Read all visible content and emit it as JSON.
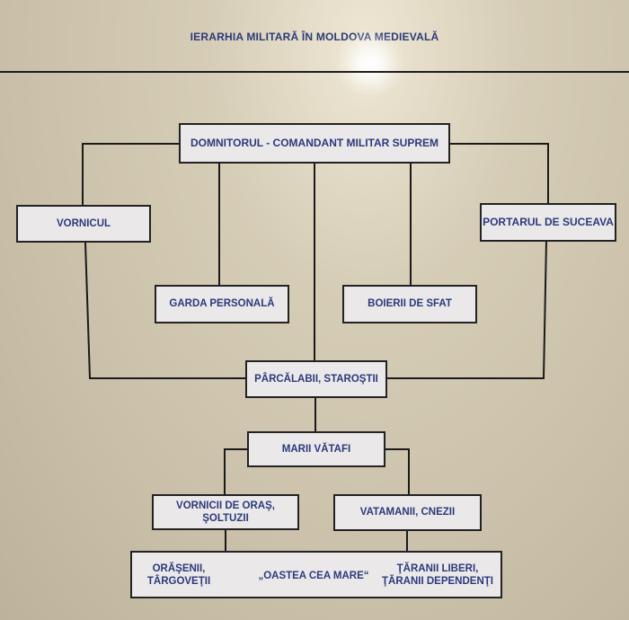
{
  "title": "IERARHIA MILITARĂ ÎN MOLDOVA MEDIEVALĂ",
  "nodes": {
    "domnitorul": "DOMNITORUL - COMANDANT MILITAR SUPREM",
    "vornicul": "VORNICUL",
    "portarul": "PORTARUL DE SUCEAVA",
    "garda": "GARDA PERSONALĂ",
    "boierii": "BOIERII DE SFAT",
    "parcalabii": "PÂRCĂLABII, STAROŞTII",
    "marii_vatafi": "MARII VĂTAFI",
    "vornicii_line1": "VORNICII DE ORAŞ,",
    "vornicii_line2": "ŞOLTUZII",
    "vatamanii": "VATAMANII, CNEZII",
    "orasenii_line1": "ORĂŞENII,",
    "orasenii_line2": "TÂRGOVEŢII",
    "oastea": "„OASTEA CEA MARE“",
    "taranii_line1": "ŢĂRANII LIBERI,",
    "taranii_line2": "ŢĂRANII DEPENDENŢI"
  }
}
